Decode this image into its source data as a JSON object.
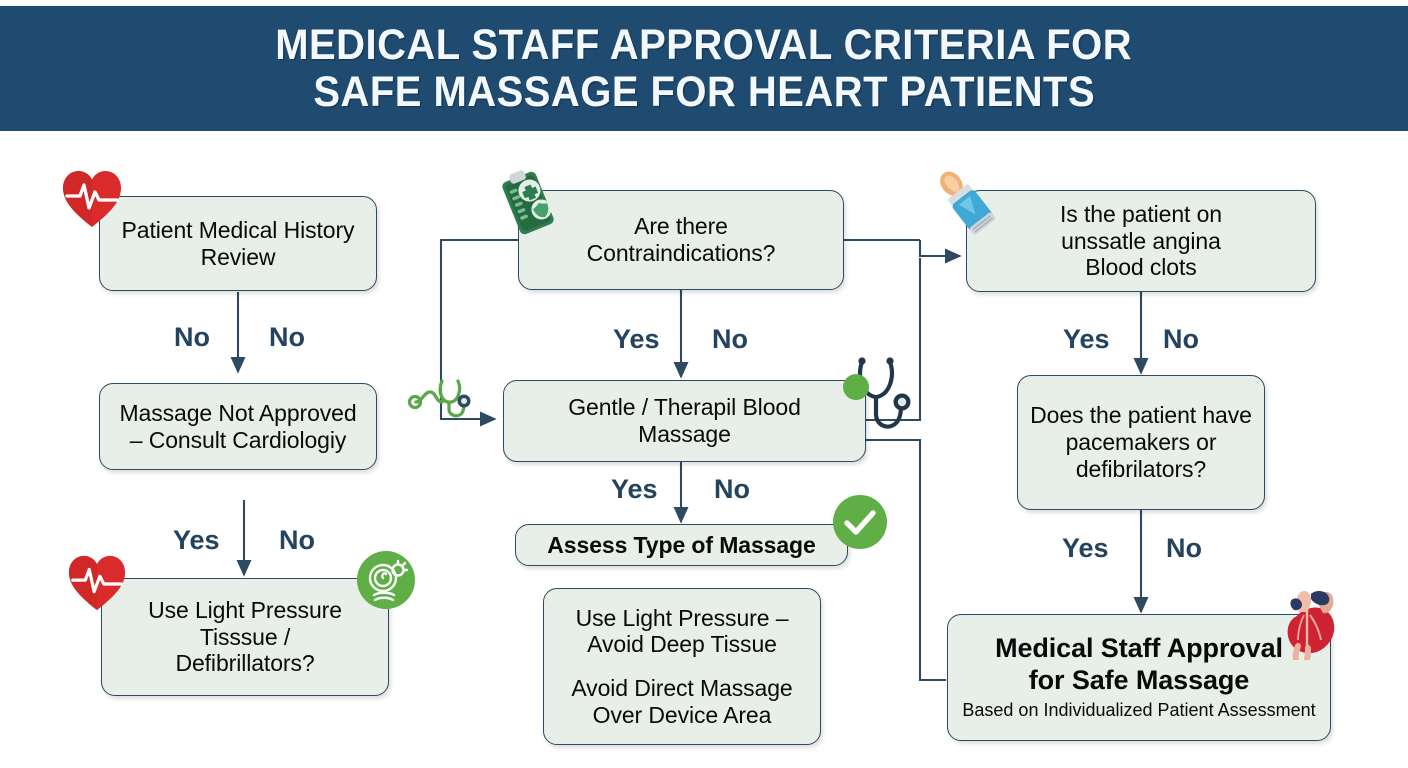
{
  "header": {
    "line1": "MEDICAL STAFF APPROVAL CRITERIA FOR",
    "line2": "SAFE MASSAGE FOR HEART PATIENTS",
    "bg_color": "#1f4b71",
    "text_color": "#f2f8fb"
  },
  "theme": {
    "node_fill": "#e7efe8",
    "node_border": "#2e4a63",
    "label_color": "#24435f",
    "accent_green": "#5fae46",
    "accent_red": "#d32b2b"
  },
  "nodes": {
    "patient_history": {
      "text": "Patient Medical History\nReview"
    },
    "not_approved": {
      "text": "Massage Not Approved\n– Consult Cardiologiy"
    },
    "light_pressure_left": {
      "text": "Use Light Pressure\nTisssue /\nDefibrillators?"
    },
    "contraindications": {
      "text": "Are there\nContraindications?"
    },
    "gentle_massage": {
      "text": "Gentle / Therapil Blood\nMassage"
    },
    "assess_type": {
      "text": "Assess Type of Massage"
    },
    "avoid_deep": {
      "para1": "Use Light Pressure –\nAvoid Deep Tissue",
      "para2": "Avoid Direct Massage\nOver Device Area"
    },
    "unstable_angina": {
      "text": "Is the patient on\nunssatle angina\nBlood clots"
    },
    "pacemakers": {
      "text": "Does the patient have\npacemakers or\ndefibrilators?"
    },
    "final_approval": {
      "title": "Medical Staff Approval\nfor Safe Massage",
      "subtitle": "Based on Individualized Patient Assessment"
    }
  },
  "labels": {
    "left_no_1": "No",
    "left_no_2": "No",
    "left_yes": "Yes",
    "left_no_3": "No",
    "center_yes_1": "Yes",
    "center_no_1": "No",
    "center_yes_2": "Yes",
    "center_no_2": "No",
    "right_yes_1": "Yes",
    "right_no_1": "No",
    "right_yes_2": "Yes",
    "right_no_2": "No"
  },
  "icons": {
    "heart_pulse_top": "heart-pulse-icon",
    "heart_pulse_bottom": "heart-pulse-icon",
    "clipboard": "medical-clipboard-icon",
    "lotion_tube": "massage-lotion-tube-icon",
    "stethoscope": "stethoscope-icon",
    "pacemaker_device": "pacemaker-device-icon",
    "check": "check-circle-icon",
    "anatomical_heart": "anatomical-heart-icon"
  }
}
